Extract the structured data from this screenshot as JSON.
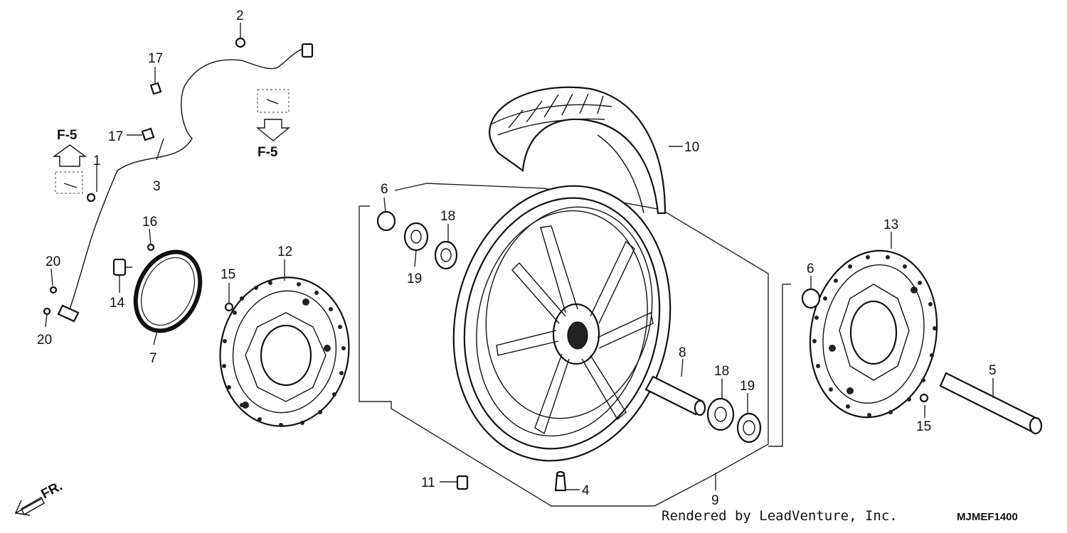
{
  "callouts": [
    {
      "id": "c2",
      "text": "2"
    },
    {
      "id": "c17a",
      "text": "17"
    },
    {
      "id": "c17b",
      "text": "17"
    },
    {
      "id": "c1",
      "text": "1"
    },
    {
      "id": "c3",
      "text": "3"
    },
    {
      "id": "c16",
      "text": "16"
    },
    {
      "id": "c20a",
      "text": "20"
    },
    {
      "id": "c20b",
      "text": "20"
    },
    {
      "id": "c14",
      "text": "14"
    },
    {
      "id": "c7",
      "text": "7"
    },
    {
      "id": "c15a",
      "text": "15"
    },
    {
      "id": "c12",
      "text": "12"
    },
    {
      "id": "c6a",
      "text": "6"
    },
    {
      "id": "c18a",
      "text": "18"
    },
    {
      "id": "c19a",
      "text": "19"
    },
    {
      "id": "c10",
      "text": "10"
    },
    {
      "id": "c13",
      "text": "13"
    },
    {
      "id": "c6b",
      "text": "6"
    },
    {
      "id": "c8",
      "text": "8"
    },
    {
      "id": "c18b",
      "text": "18"
    },
    {
      "id": "c19b",
      "text": "19"
    },
    {
      "id": "c5",
      "text": "5"
    },
    {
      "id": "c15b",
      "text": "15"
    },
    {
      "id": "c11",
      "text": "11"
    },
    {
      "id": "c4",
      "text": "4"
    },
    {
      "id": "c9",
      "text": "9"
    }
  ],
  "references": {
    "left": "F-5",
    "right": "F-5"
  },
  "direction_label": "FR.",
  "footer": {
    "credit": "Rendered by LeadVenture, Inc.",
    "diagram_code": "MJMEF1400"
  }
}
